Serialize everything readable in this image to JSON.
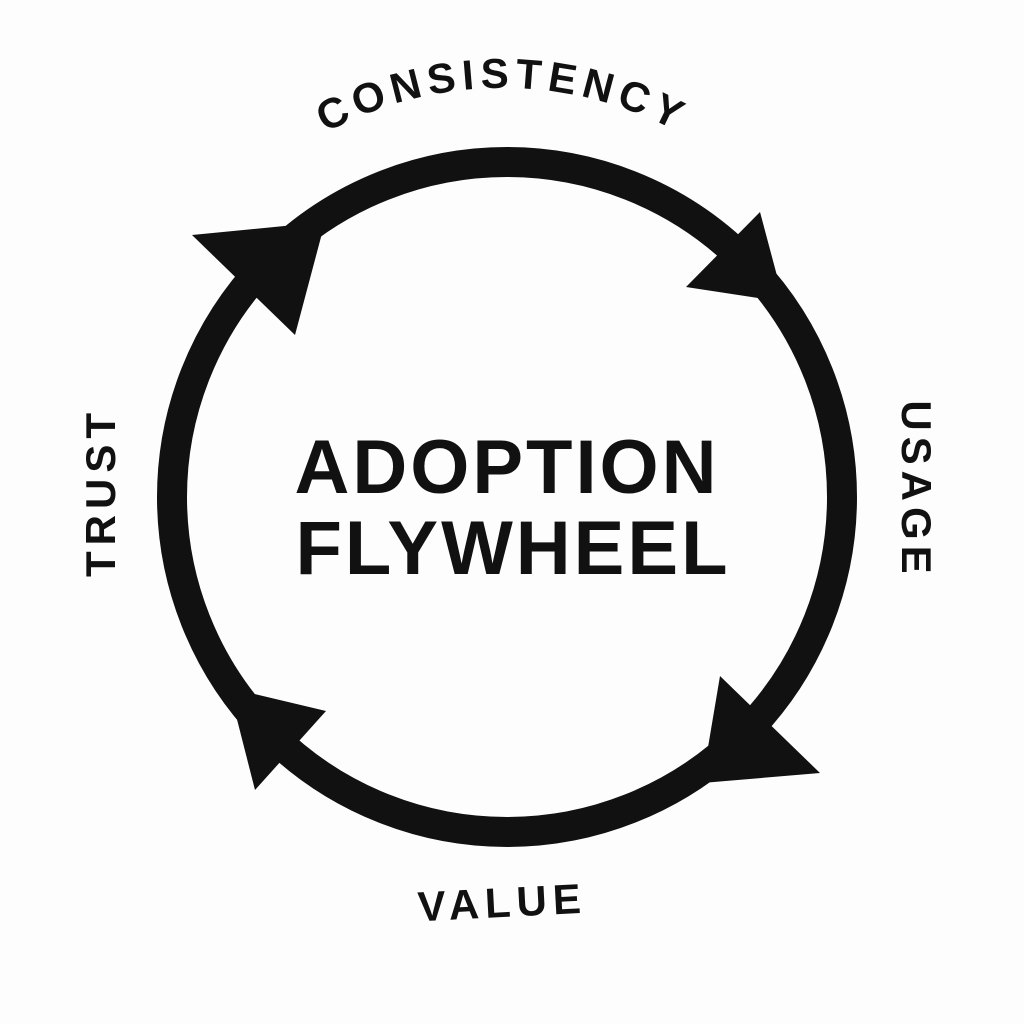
{
  "title": {
    "line1": "ADOPTION",
    "line2": "FLYWHEEL"
  },
  "stages": [
    {
      "label": "CONSISTENCY",
      "position": "top"
    },
    {
      "label": "USAGE",
      "position": "right"
    },
    {
      "label": "VALUE",
      "position": "bottom"
    },
    {
      "label": "TRUST",
      "position": "left"
    }
  ],
  "flow_direction": "clockwise",
  "colors": {
    "ink": "#111111",
    "background": "#fdfdfd"
  }
}
